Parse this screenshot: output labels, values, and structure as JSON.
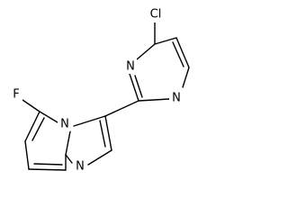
{
  "atoms": {
    "cl": "Cl",
    "n_pyrimidine_top": "N",
    "n_pyrimidine_bottom": "N",
    "f": "F",
    "n_bridgehead": "N",
    "n_imidazole": "N"
  },
  "colors": {
    "bond": "#000000",
    "text": "#000000",
    "background": "#ffffff"
  }
}
